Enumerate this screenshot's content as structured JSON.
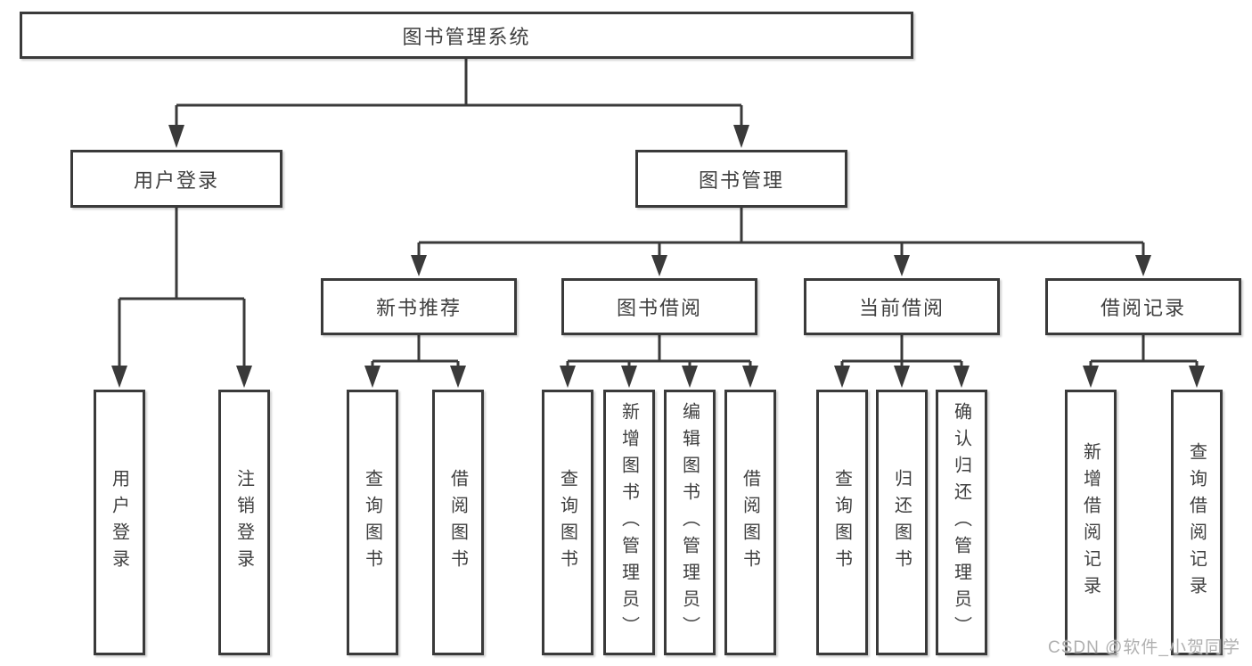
{
  "watermark": "CSDN @软件_小贺同学",
  "colors": {
    "line": "#3a3a3a",
    "box_border": "#3a3a3a",
    "box_background": "#ffffff",
    "text": "#3f3f3f",
    "watermark": "#b0b0b0",
    "page_background": "#ffffff"
  },
  "tree": {
    "label": "图书管理系统",
    "children": [
      {
        "label": "用户登录",
        "children": [
          {
            "label": "用户登录"
          },
          {
            "label": "注销登录"
          }
        ]
      },
      {
        "label": "图书管理",
        "children": [
          {
            "label": "新书推荐",
            "children": [
              {
                "label": "查询图书"
              },
              {
                "label": "借阅图书"
              }
            ]
          },
          {
            "label": "图书借阅",
            "children": [
              {
                "label": "查询图书"
              },
              {
                "label": "新增图书（管理员）"
              },
              {
                "label": "编辑图书（管理员）"
              },
              {
                "label": "借阅图书"
              }
            ]
          },
          {
            "label": "当前借阅",
            "children": [
              {
                "label": "查询图书"
              },
              {
                "label": "归还图书"
              },
              {
                "label": "确认归还（管理员）"
              }
            ]
          },
          {
            "label": "借阅记录",
            "children": [
              {
                "label": "新增借阅记录"
              },
              {
                "label": "查询借阅记录"
              }
            ]
          }
        ]
      }
    ]
  }
}
